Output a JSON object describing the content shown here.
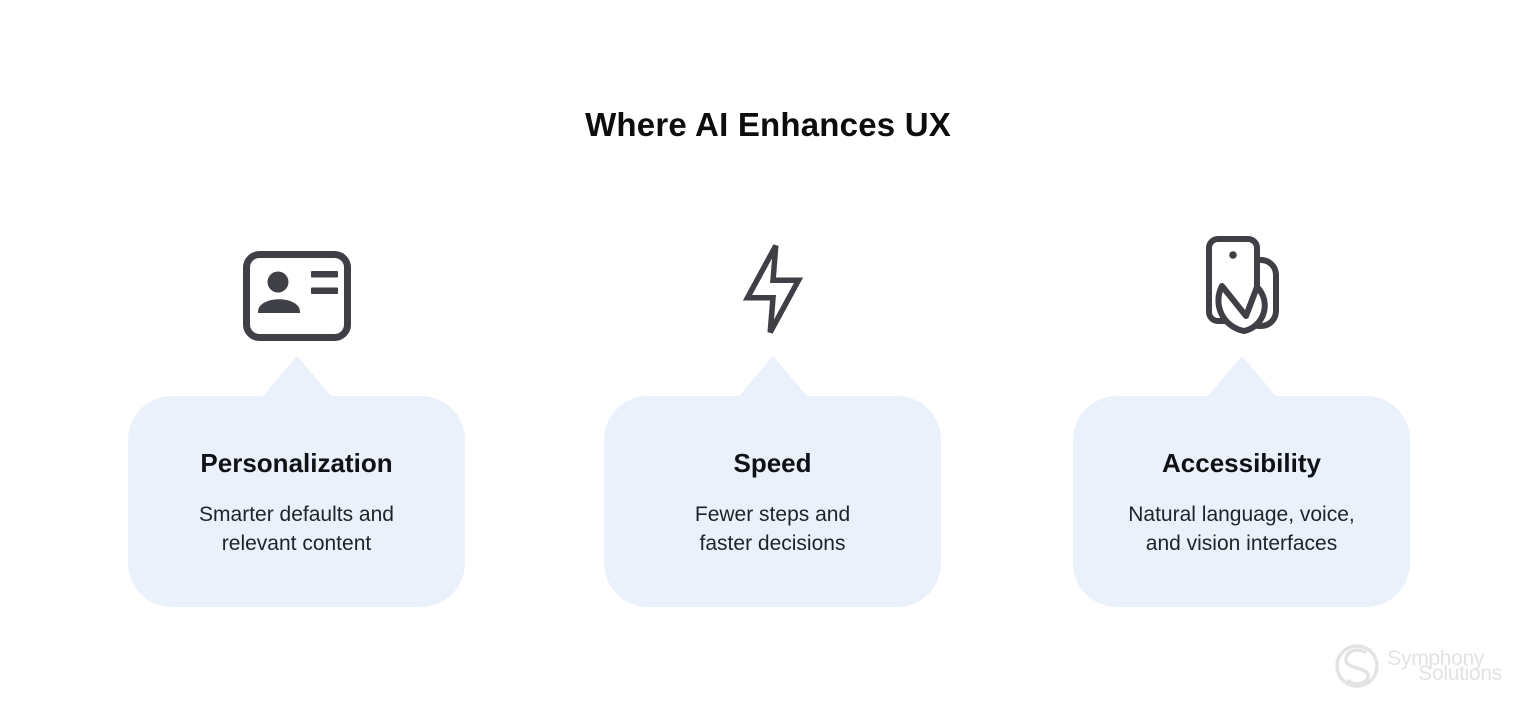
{
  "title": "Where AI Enhances UX",
  "cards": [
    {
      "icon": "id-card-icon",
      "heading": "Personalization",
      "body_line1": "Smarter defaults and",
      "body_line2": "relevant content"
    },
    {
      "icon": "lightning-bolt-icon",
      "heading": "Speed",
      "body_line1": "Fewer steps and",
      "body_line2": "faster decisions"
    },
    {
      "icon": "phone-in-hand-icon",
      "heading": "Accessibility",
      "body_line1": "Natural language, voice,",
      "body_line2": "and vision interfaces"
    }
  ],
  "logo": {
    "line1": "Symphony",
    "line2": "Solutions"
  },
  "colors": {
    "card_bg": "#EAF1FB",
    "icon": "#3F4045",
    "heading": "#0F1115",
    "body": "#1F2328",
    "title": "#0D0D0F",
    "logo": "#E3E3E4"
  }
}
